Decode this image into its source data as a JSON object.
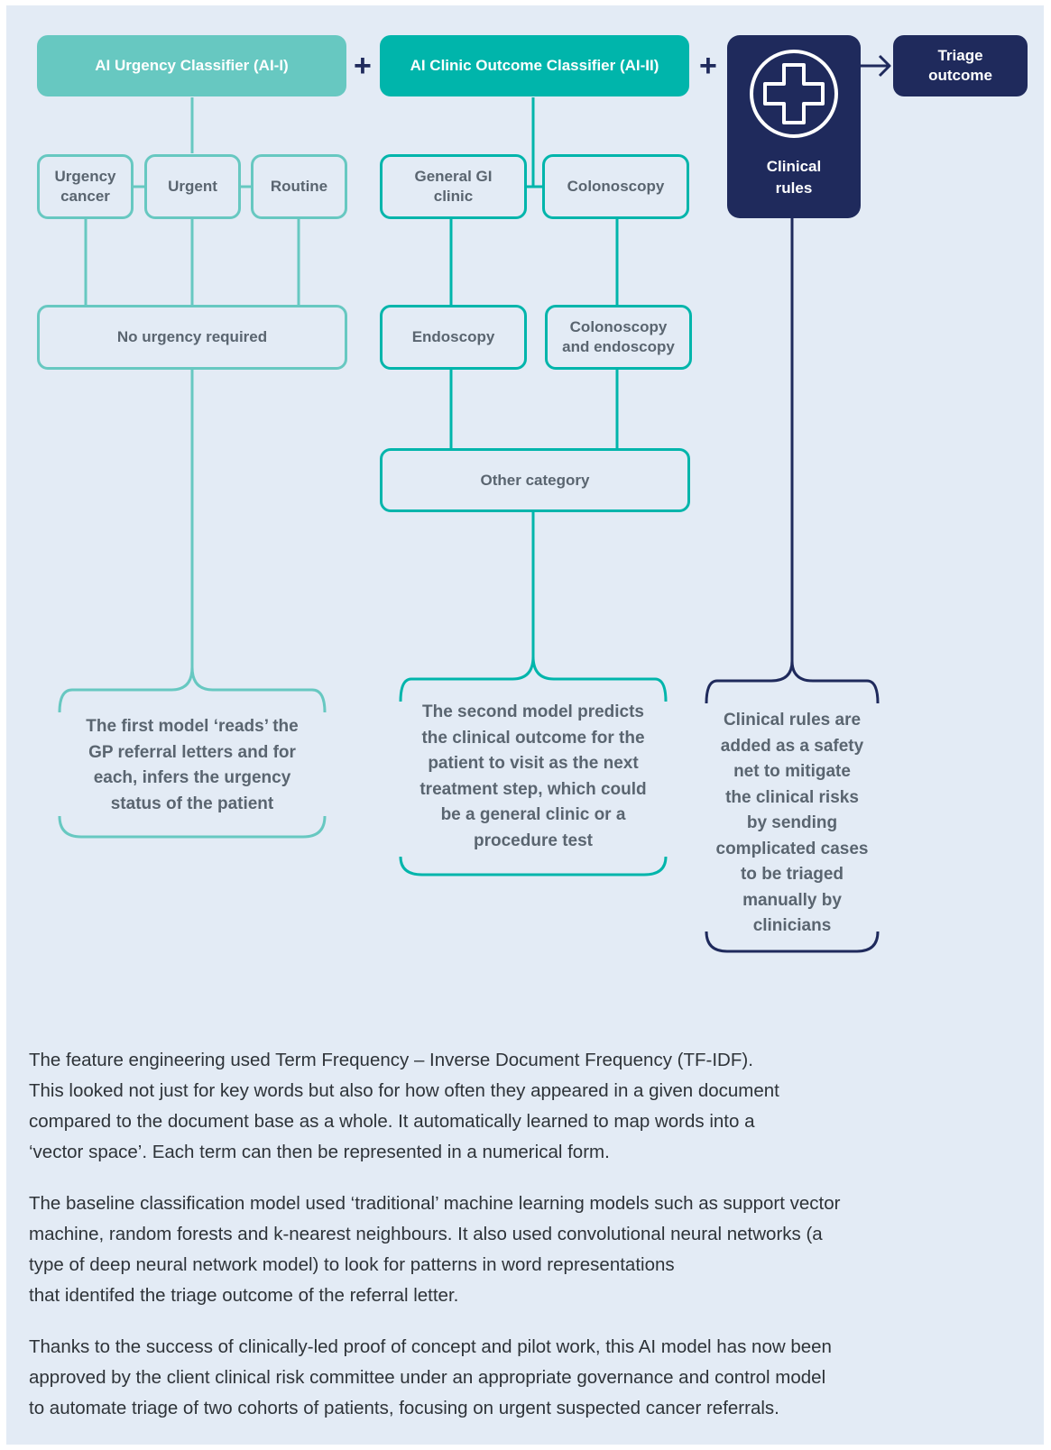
{
  "diagram": {
    "classifier_1": {
      "title": "AI Urgency Classifier (AI-I)",
      "outcomes": [
        "Urgency\ncancer",
        "Urgent",
        "Routine"
      ],
      "fallback": "No urgency required",
      "note": "The first model ‘reads’ the\nGP referral letters and for\neach, infers the urgency\nstatus of the patient"
    },
    "classifier_2": {
      "title": "AI Clinic Outcome Classifier (AI-II)",
      "outcomes": [
        "General GI\nclinic",
        "Colonoscopy",
        "Endoscopy",
        "Colonoscopy\nand endoscopy"
      ],
      "fallback": "Other category",
      "note": "The second model predicts\nthe clinical outcome for the\npatient to visit as the next\ntreatment step, which could\nbe a general clinic or a\nprocedure test"
    },
    "rules": {
      "title": "Clinical\nrules",
      "icon": "medical-cross-icon",
      "note": "Clinical rules are\nadded as a safety\nnet to mitigate\nthe clinical risks\nby sending\ncomplicated cases\nto be triaged\nmanually by\nclinicians"
    },
    "plus_symbol": "+",
    "output": "Triage\noutcome",
    "colors": {
      "light_teal": "#67c8c1",
      "teal": "#00b5ab",
      "navy": "#1f2a5c",
      "background": "#e3ebf5",
      "node_text": "#5a6570"
    }
  },
  "paragraphs": [
    "The feature engineering used Term Frequency – Inverse Document Frequency (TF-IDF).\nThis looked not just for key words but also for how often they appeared in a given document\ncompared to the document base as a whole. It automatically learned to map words into a\n‘vector space’. Each term can then be represented in a numerical form.",
    "The baseline classification model used ‘traditional’ machine learning models such as support vector\nmachine, random forests and k-nearest neighbours. It also used convolutional neural networks (a\ntype of deep neural network model) to look for patterns in word representations\nthat identifed the triage outcome of the referral letter.",
    "Thanks to the success of clinically-led proof of concept and pilot work, this AI model has now been\napproved by the client clinical risk committee under an appropriate governance and control model\nto automate triage of two cohorts of patients, focusing on urgent suspected cancer referrals."
  ]
}
